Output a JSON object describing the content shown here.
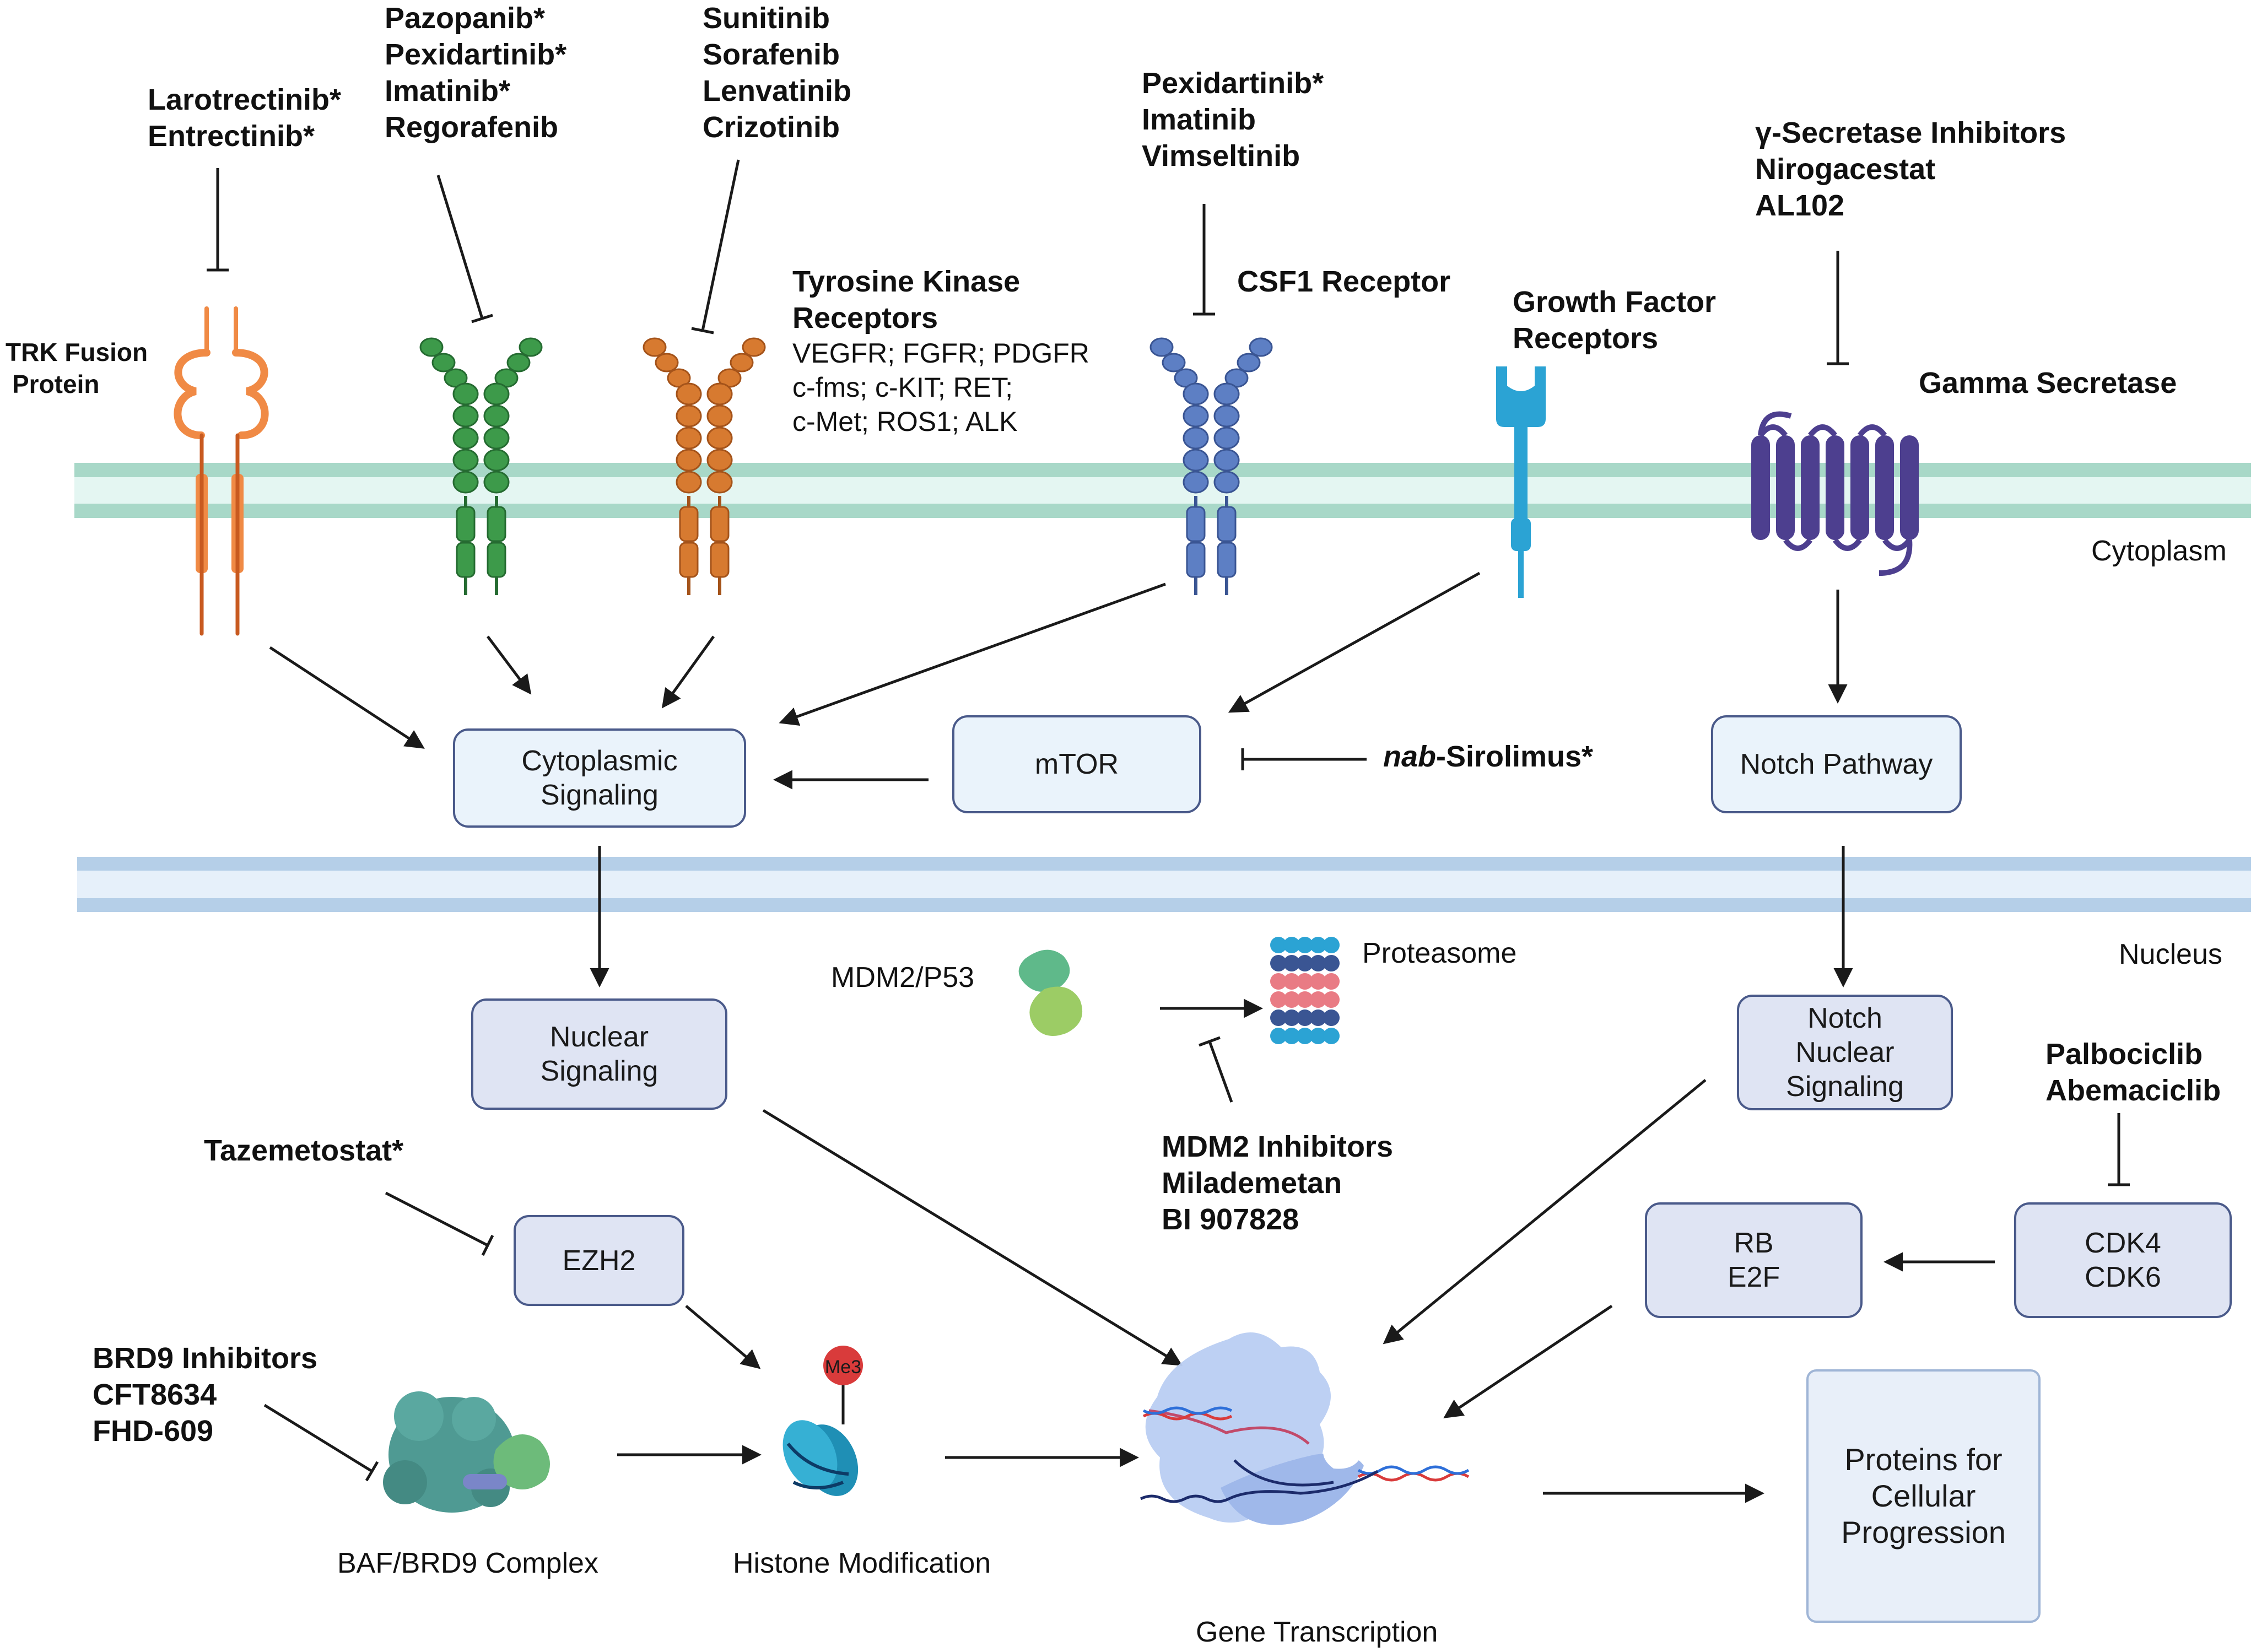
{
  "colors": {
    "membrane": "#a8d8c8",
    "membrane_inner": "#e4f6f2",
    "nuclear_membrane": "#b5cfe8",
    "nuclear_membrane_inner": "#e6f0fa",
    "trk": "#f08a45",
    "green_receptor": "#3d9a4a",
    "orange_receptor": "#d77a30",
    "csf1": "#5d7fc4",
    "growth_factor": "#2ba3d4",
    "gamma_secretase": "#4d3f8f",
    "box_border": "#4a5a8a",
    "arrow": "#1a1a1a"
  },
  "compartments": {
    "cytoplasm": "Cytoplasm",
    "nucleus": "Nucleus"
  },
  "receptors": {
    "trk": [
      "TRK Fusion",
      "Protein"
    ],
    "tkr_title": [
      "Tyrosine Kinase",
      "Receptors"
    ],
    "tkr_list": [
      "VEGFR; FGFR; PDGFR",
      "c-fms; c-KIT; RET;",
      "c-Met; ROS1; ALK"
    ],
    "csf1": "CSF1 Receptor",
    "growth_factor": [
      "Growth Factor",
      "Receptors"
    ],
    "gamma_secretase": "Gamma Secretase"
  },
  "drugs": {
    "trk_inhibitors": [
      "Larotrectinib*",
      "Entrectinib*"
    ],
    "group_a": [
      "Pazopanib*",
      "Pexidartinib*",
      "Imatinib*",
      "Regorafenib"
    ],
    "group_b": [
      "Sunitinib",
      "Sorafenib",
      "Lenvatinib",
      "Crizotinib"
    ],
    "csf1_inhibitors": [
      "Pexidartinib*",
      "Imatinib",
      "Vimseltinib"
    ],
    "gamma_inhibitors": [
      "γ-Secretase Inhibitors",
      "Nirogacestat",
      "AL102"
    ],
    "mtor_inhibitor_prefix": "nab",
    "mtor_inhibitor_rest": "-Sirolimus*",
    "mdm2_inhibitors": [
      "MDM2 Inhibitors",
      "Milademetan",
      "BI 907828"
    ],
    "ezh2_inhibitor": "Tazemetostat*",
    "brd9_inhibitors": [
      "BRD9 Inhibitors",
      "CFT8634",
      "FHD-609"
    ],
    "cdk_inhibitors": [
      "Palbociclib",
      "Abemaciclib"
    ]
  },
  "nodes": {
    "cytoplasmic_signaling": [
      "Cytoplasmic",
      "Signaling"
    ],
    "mtor": "mTOR",
    "notch_pathway": "Notch Pathway",
    "nuclear_signaling": [
      "Nuclear",
      "Signaling"
    ],
    "notch_nuclear": [
      "Notch",
      "Nuclear",
      "Signaling"
    ],
    "ezh2": "EZH2",
    "rb_e2f": [
      "RB",
      "E2F"
    ],
    "cdk": [
      "CDK4",
      "CDK6"
    ],
    "proteins": [
      "Proteins for",
      "Cellular",
      "Progression"
    ]
  },
  "labels": {
    "mdm2_p53": "MDM2/P53",
    "proteasome": "Proteasome",
    "baf_complex": "BAF/BRD9 Complex",
    "histone": "Histone Modification",
    "gene_transcription": "Gene Transcription",
    "me3": "Me3"
  }
}
